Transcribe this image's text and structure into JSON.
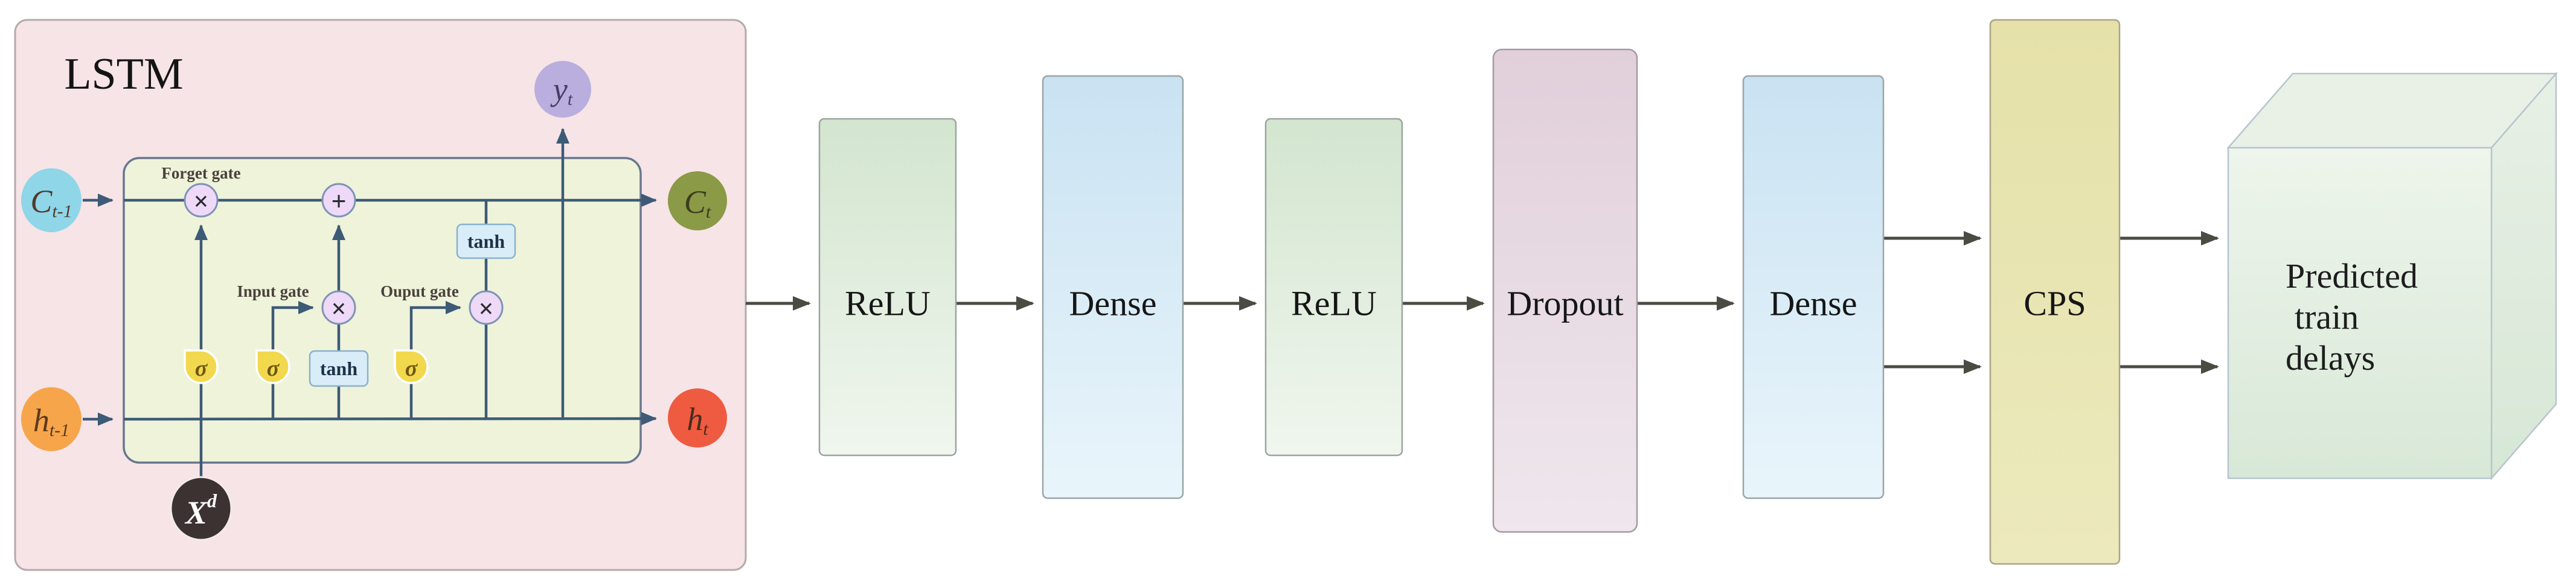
{
  "lstm": {
    "title": "LSTM",
    "gates": {
      "forget_label": "Forget gate",
      "input_label": "Input gate",
      "output_label": "Ouput gate",
      "multiply_symbol": "×",
      "add_symbol": "+",
      "sigma_symbol": "σ",
      "tanh_label": "tanh"
    },
    "nodes": {
      "c_prev": {
        "base": "C",
        "sub": "t-1"
      },
      "h_prev": {
        "base": "h",
        "sub": "t-1"
      },
      "c_next": {
        "base": "C",
        "sub": "t"
      },
      "h_next": {
        "base": "h",
        "sub": "t"
      },
      "y_out": {
        "base": "y",
        "sub": "t"
      },
      "x_input": {
        "base": "X",
        "sup": "d"
      }
    }
  },
  "pipeline": [
    {
      "id": "relu1",
      "label": "ReLU",
      "type": "activation"
    },
    {
      "id": "dense1",
      "label": "Dense",
      "type": "dense"
    },
    {
      "id": "relu2",
      "label": "ReLU",
      "type": "activation"
    },
    {
      "id": "dropout",
      "label": "Dropout",
      "type": "regularization"
    },
    {
      "id": "dense2",
      "label": "Dense",
      "type": "dense"
    },
    {
      "id": "cps",
      "label": "CPS",
      "type": "cps"
    }
  ],
  "output_block": {
    "lines": [
      "Predicted",
      "train",
      "delays"
    ]
  },
  "colors": {
    "lstm_bg": "#f6e4e7",
    "lstm_inner_bg": "#eef3da",
    "line_navy": "#3d5a77",
    "arrow_gray": "#4b4b44",
    "gate_fill": "#eed9f8",
    "sigma_fill": "#f2d84d",
    "tanh_fill": "#d9edf9",
    "c_prev": "#8ed6e8",
    "h_prev": "#f7a54b",
    "c_next": "#8a9a46",
    "h_next": "#ee5b40",
    "y_out": "#b9aede",
    "x_input": "#3b3231",
    "relu": "#d3e5cf",
    "dense": "#cde5f3",
    "dropout": "#e2d0db",
    "cps": "#e5e1a9",
    "cube": "#e4efe2"
  }
}
